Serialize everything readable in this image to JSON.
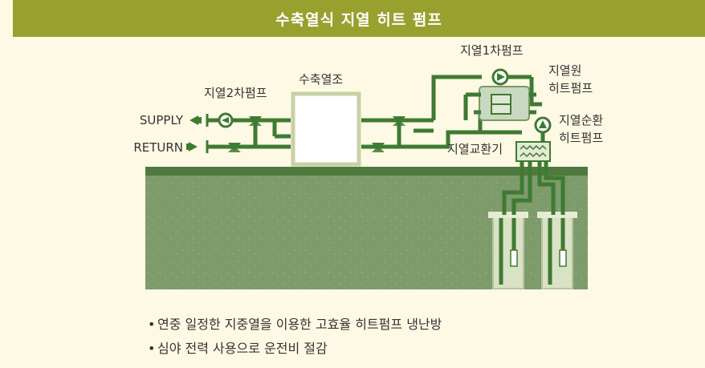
{
  "title": "수축열식 지열 히트 펌프",
  "labels": {
    "secondary_pump": "지열2차펌프",
    "storage_tank": "수축열조",
    "primary_pump": "지열1차펌프",
    "geo_heat_pump_l1": "지열원",
    "geo_heat_pump_l2": "히트펌프",
    "circ_pump_l1": "지열순환",
    "circ_pump_l2": "히트펌프",
    "heat_exchanger": "지열교환기",
    "supply": "SUPPLY",
    "return": "RETURN"
  },
  "bullets": [
    "연중 일정한 지중열을 이용한 고효율 히트펌프 냉난방",
    "심야 전력 사용으로 운전비 절감"
  ],
  "colors": {
    "title_bar": "#98a02e",
    "background": "#fdf9e4",
    "pipe": "#3f7a32",
    "ground": "#7a9a68",
    "ground_surface": "#4f7a3e"
  }
}
